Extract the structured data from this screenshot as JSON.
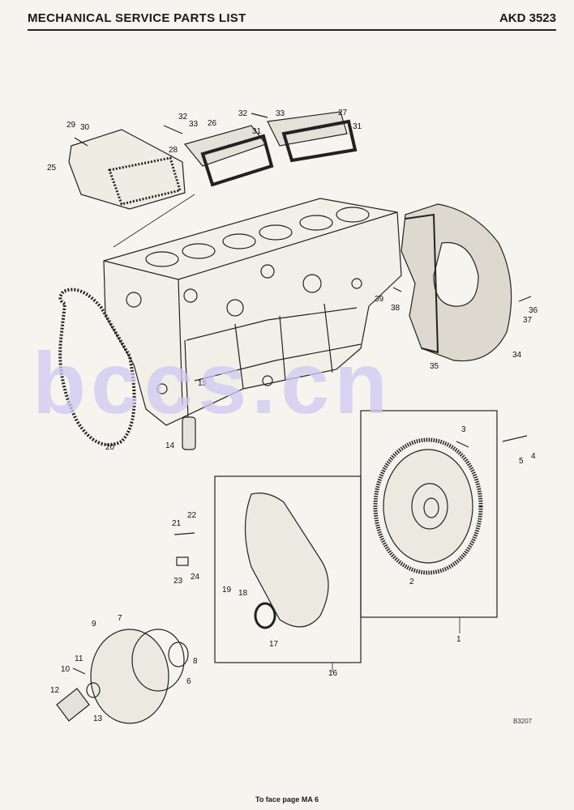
{
  "header": {
    "title": "MECHANICAL SERVICE PARTS LIST",
    "code": "AKD 3523"
  },
  "footer": {
    "text": "To face page MA 6"
  },
  "figure_ref": "B3207",
  "watermark": "bccs.cn",
  "callouts": [
    "1",
    "2",
    "3",
    "4",
    "5",
    "6",
    "7",
    "8",
    "9",
    "10",
    "11",
    "12",
    "13",
    "14",
    "15",
    "16",
    "17",
    "18",
    "19",
    "20",
    "21",
    "22",
    "23",
    "24",
    "25",
    "26",
    "27",
    "28",
    "29",
    "30",
    "31",
    "31",
    "32",
    "32",
    "33",
    "33",
    "34",
    "35",
    "36",
    "37",
    "38",
    "39"
  ]
}
